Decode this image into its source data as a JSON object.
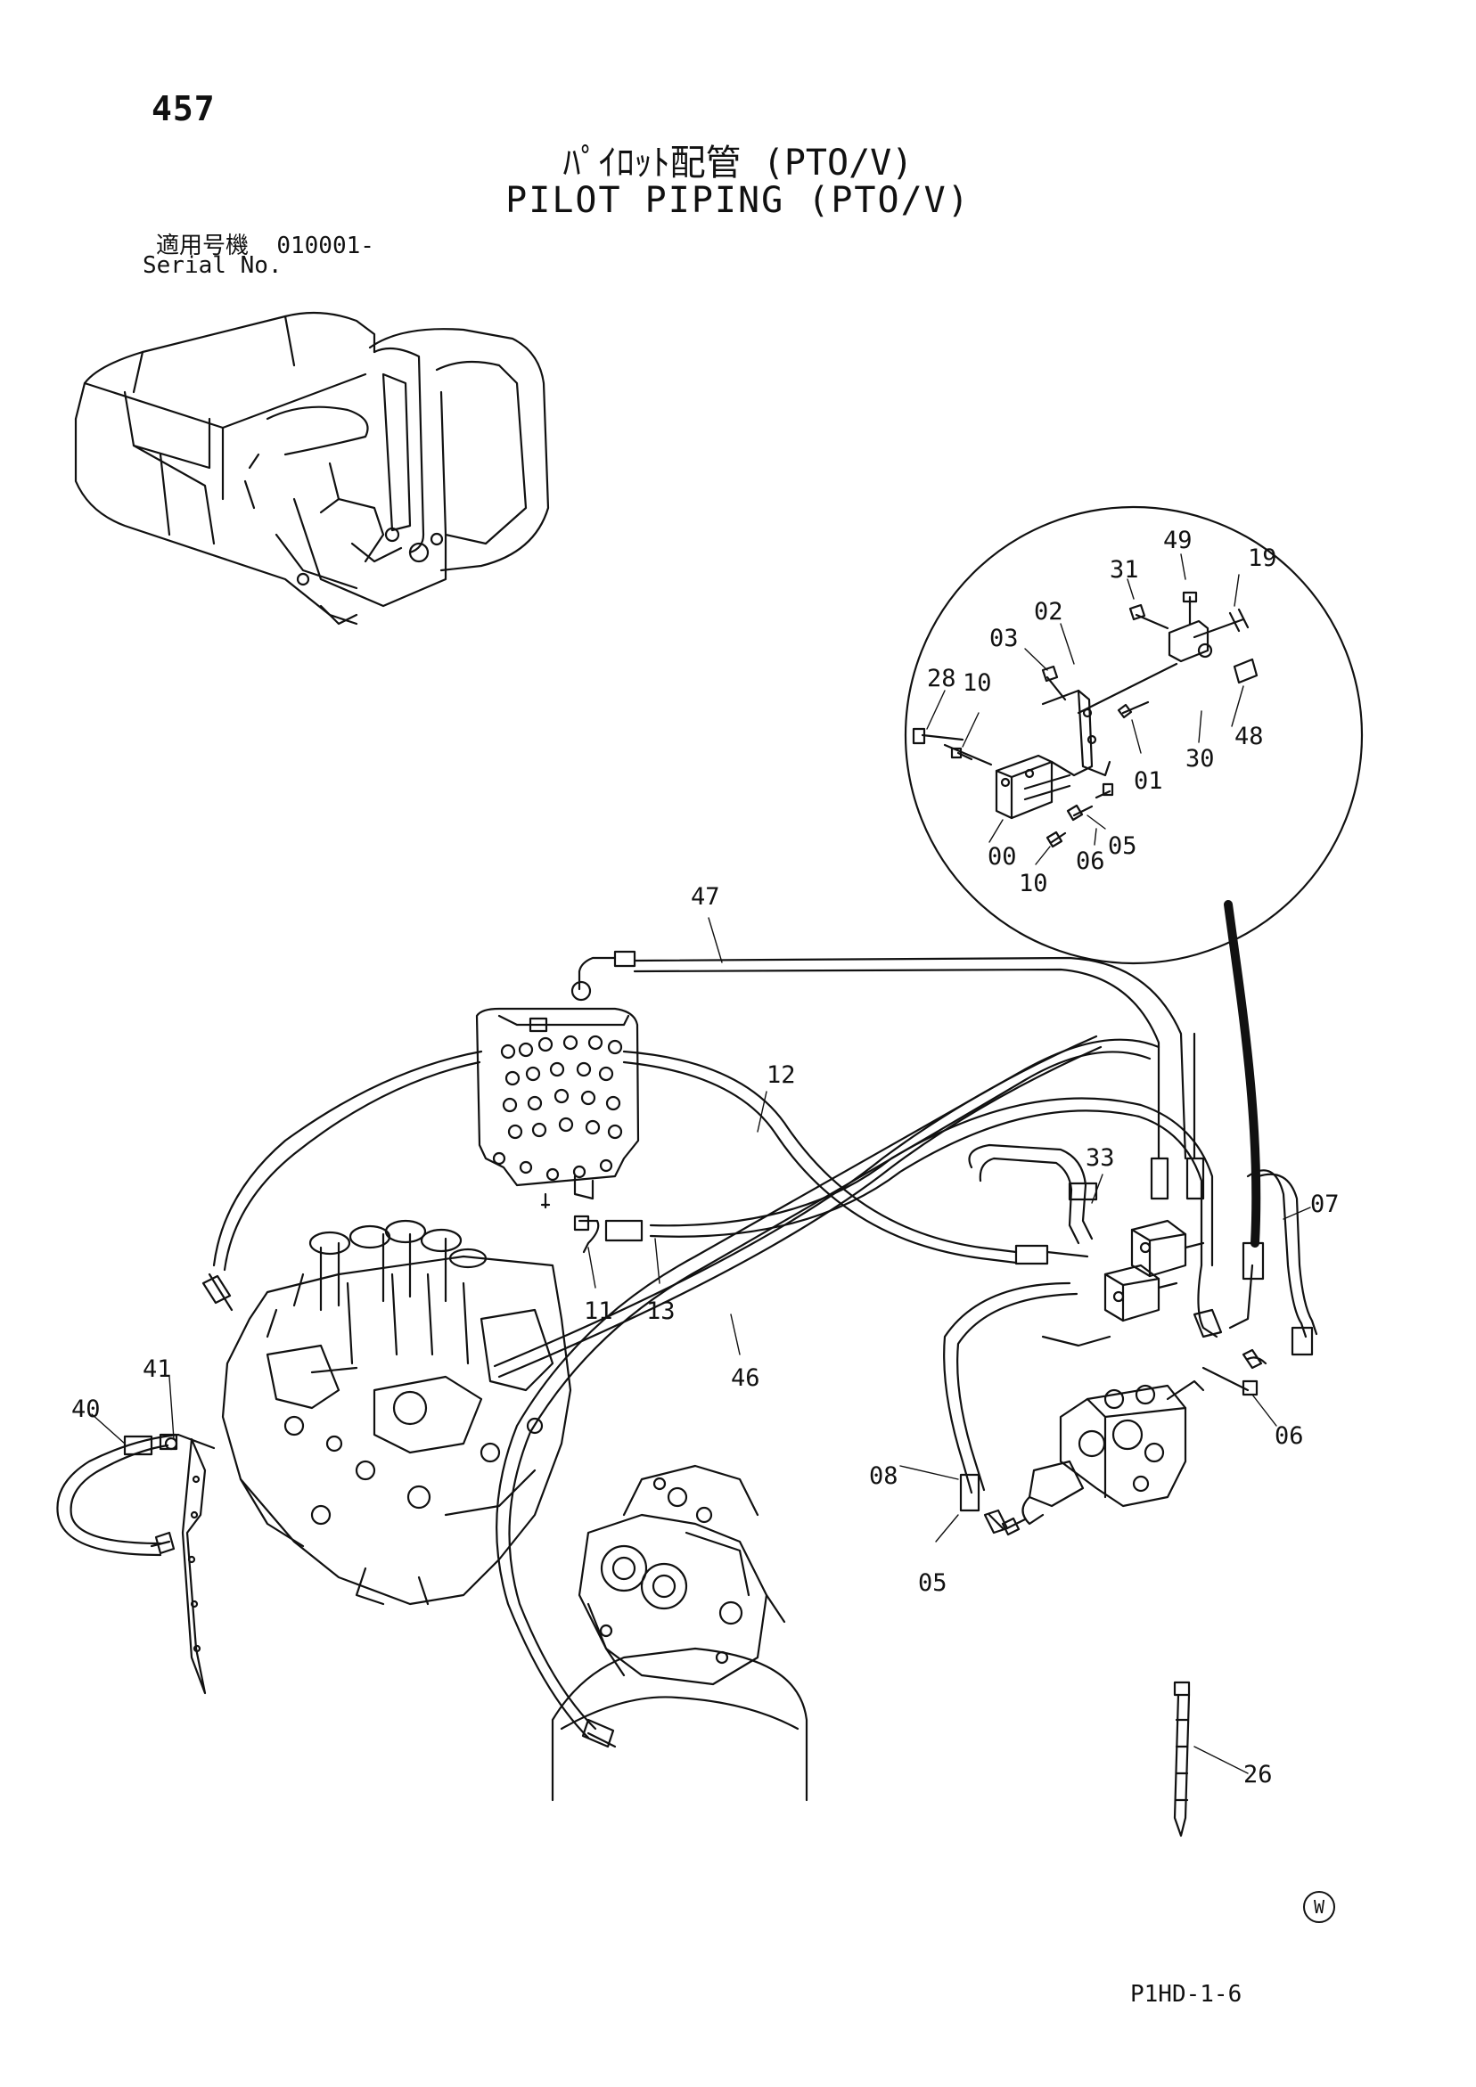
{
  "header": {
    "page_number": "457",
    "title_japanese": "ﾊﾟｲﾛｯﾄ配管 (PTO/V)",
    "title_english": "PILOT PIPING (PTO/V)",
    "serial_label_japanese": "適用号機",
    "serial_value": "010001-",
    "serial_label_english": "Serial No."
  },
  "parts_callouts": [
    "00",
    "01",
    "02",
    "03",
    "05",
    "06",
    "10",
    "10",
    "19",
    "28",
    "30",
    "31",
    "48",
    "49",
    "47",
    "12",
    "33",
    "07",
    "11",
    "13",
    "46",
    "41",
    "40",
    "06",
    "08",
    "05",
    "26"
  ],
  "footer": {
    "watermark_symbol": "W",
    "diagram_code": "P1HD-1-6"
  }
}
